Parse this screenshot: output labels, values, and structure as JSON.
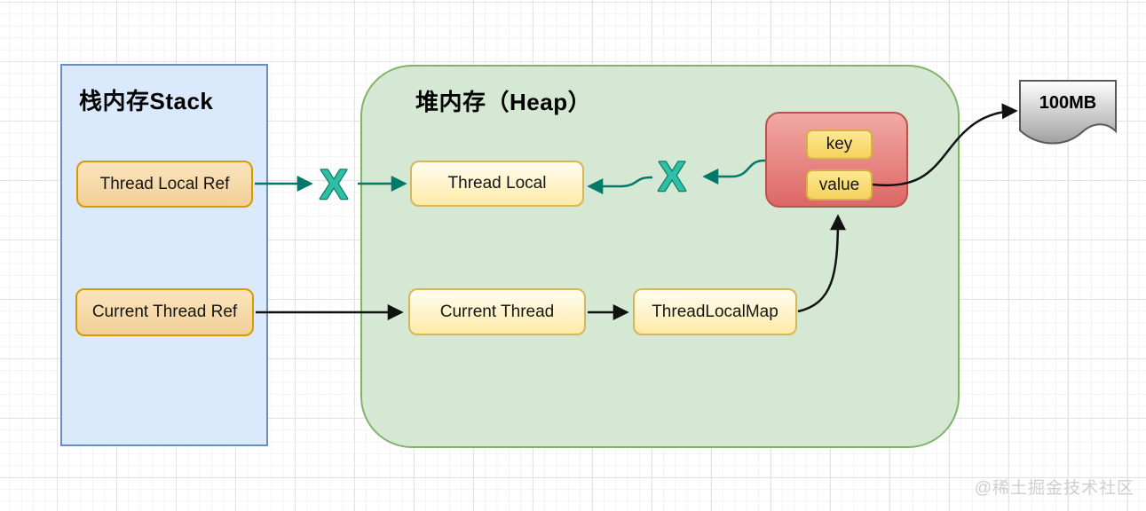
{
  "stack": {
    "title": "栈内存Stack",
    "thread_local_ref": "Thread Local Ref",
    "current_thread_ref": "Current Thread Ref"
  },
  "heap": {
    "title": "堆内存（Heap）",
    "thread_local": "Thread Local",
    "current_thread": "Current Thread",
    "thread_local_map": "ThreadLocalMap",
    "entry": {
      "key": "key",
      "value": "value"
    }
  },
  "external": {
    "memory_size": "100MB"
  },
  "marks": {
    "broken_reference": "X"
  },
  "watermark": "@稀土掘金技术社区",
  "colors": {
    "stack_fill": "#dbe9fc",
    "stack_border": "#6c8ebf",
    "heap_fill": "#d5e8d4",
    "heap_border": "#82b366",
    "ref_box_fill": "#f6d7a6",
    "ref_box_border": "#d79b00",
    "object_box_fill": "#fff2cc",
    "object_box_border": "#d6b656",
    "entry_box_fill": "#e88886",
    "entry_box_border": "#b85450",
    "key_value_fill": "#f9dd78",
    "key_value_border": "#d6af44",
    "broken_arrow": "#00796b",
    "broken_mark": "#2fbfa4",
    "normal_arrow": "#111111",
    "document_fill_top": "#ffffff",
    "document_fill_bottom": "#a0a0a0"
  }
}
